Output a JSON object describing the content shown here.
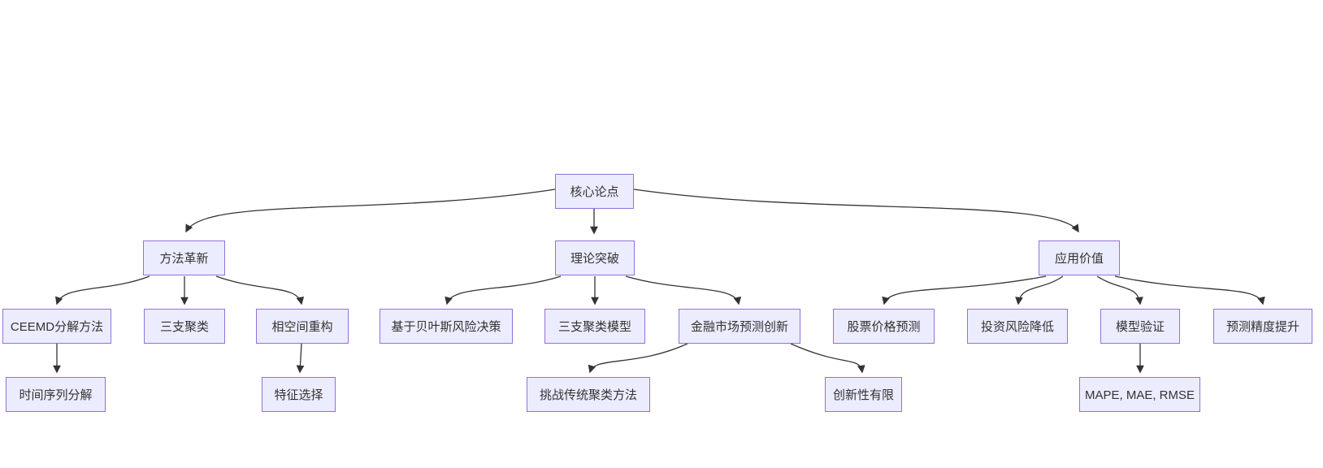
{
  "diagram": {
    "type": "flowchart-top-down",
    "colors": {
      "background": "#ffffff",
      "node_fill": "#ECECFF",
      "node_border": "#9370DB",
      "edge": "#333333",
      "text": "#333333"
    },
    "nodes": {
      "root": {
        "label": "核心论点",
        "level": 1
      },
      "method": {
        "label": "方法革新",
        "level": 2
      },
      "theory": {
        "label": "理论突破",
        "level": 2
      },
      "apply": {
        "label": "应用价值",
        "level": 2
      },
      "ceemd": {
        "label": "CEEMD分解方法",
        "level": 3
      },
      "cluster3": {
        "label": "三支聚类",
        "level": 3
      },
      "phase": {
        "label": "相空间重构",
        "level": 3
      },
      "bayes": {
        "label": "基于贝叶斯风险决策",
        "level": 3
      },
      "model3": {
        "label": "三支聚类模型",
        "level": 3
      },
      "finance": {
        "label": "金融市场预测创新",
        "level": 3
      },
      "stock": {
        "label": "股票价格预测",
        "level": 3
      },
      "invest": {
        "label": "投资风险降低",
        "level": 3
      },
      "validate": {
        "label": "模型验证",
        "level": 3
      },
      "accuracy": {
        "label": "预测精度提升",
        "level": 3
      },
      "timeseries": {
        "label": "时间序列分解",
        "level": 4
      },
      "feature": {
        "label": "特征选择",
        "level": 4
      },
      "challenge": {
        "label": "挑战传统聚类方法",
        "level": 4
      },
      "innovation": {
        "label": "创新性有限",
        "level": 4
      },
      "metrics": {
        "label": "MAPE, MAE, RMSE",
        "level": 4
      }
    },
    "edges": [
      {
        "from": "核心论点",
        "to": "方法革新"
      },
      {
        "from": "核心论点",
        "to": "理论突破"
      },
      {
        "from": "核心论点",
        "to": "应用价值"
      },
      {
        "from": "方法革新",
        "to": "CEEMD分解方法"
      },
      {
        "from": "方法革新",
        "to": "三支聚类"
      },
      {
        "from": "方法革新",
        "to": "相空间重构"
      },
      {
        "from": "理论突破",
        "to": "基于贝叶斯风险决策"
      },
      {
        "from": "理论突破",
        "to": "三支聚类模型"
      },
      {
        "from": "理论突破",
        "to": "金融市场预测创新"
      },
      {
        "from": "应用价值",
        "to": "股票价格预测"
      },
      {
        "from": "应用价值",
        "to": "投资风险降低"
      },
      {
        "from": "应用价值",
        "to": "模型验证"
      },
      {
        "from": "应用价值",
        "to": "预测精度提升"
      },
      {
        "from": "CEEMD分解方法",
        "to": "时间序列分解"
      },
      {
        "from": "相空间重构",
        "to": "特征选择"
      },
      {
        "from": "金融市场预测创新",
        "to": "挑战传统聚类方法"
      },
      {
        "from": "金融市场预测创新",
        "to": "创新性有限"
      },
      {
        "from": "模型验证",
        "to": "MAPE, MAE, RMSE"
      }
    ]
  }
}
